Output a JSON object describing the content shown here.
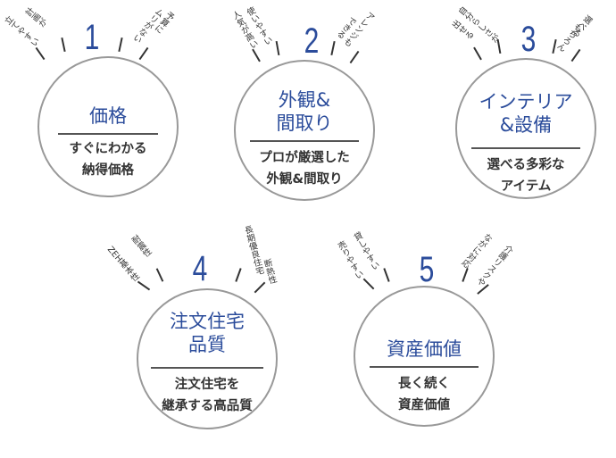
{
  "features": [
    {
      "number": "1",
      "title_lines": [
        "価格"
      ],
      "desc_lines": [
        "すぐにわかる",
        "納得価格"
      ],
      "tags": [
        [
          "計画が",
          "立てやすい"
        ],
        [
          "予算に",
          "ムリがない"
        ]
      ]
    },
    {
      "number": "2",
      "title_lines": [
        "外観&",
        "間取り"
      ],
      "desc_lines": [
        "プロが厳選した",
        "外観&間取り"
      ],
      "tags": [
        [
          "使いやすい",
          "人気が高い"
        ],
        [
          "アレンジも",
          "できる"
        ]
      ]
    },
    {
      "number": "3",
      "title_lines": [
        "インテリア",
        "&設備"
      ],
      "desc_lines": [
        "選べる多彩な",
        "アイテム"
      ],
      "tags": [
        [
          "自分らしさが",
          "出せる"
        ],
        [
          "選べる",
          "もちろん"
        ]
      ]
    },
    {
      "number": "4",
      "title_lines": [
        "注文住宅",
        "品質"
      ],
      "desc_lines": [
        "注文住宅を",
        "継承する高品質"
      ],
      "tags": [
        [
          "耐震性",
          "ZEH基本性"
        ],
        [
          "長期優良住宅",
          "断熱性"
        ]
      ]
    },
    {
      "number": "5",
      "title_lines": [
        "資産価値"
      ],
      "desc_lines": [
        "長く続く",
        "資産価値"
      ],
      "tags": [
        [
          "貸しやすい",
          "売りやすい"
        ],
        [
          "介護リスクや",
          "ながに対応"
        ]
      ]
    }
  ]
}
